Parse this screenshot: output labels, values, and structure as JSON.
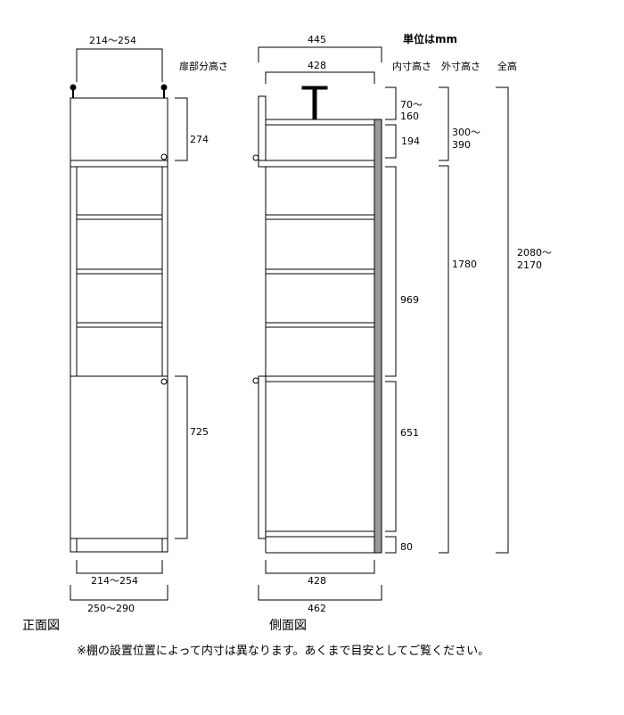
{
  "units_label": "単位はmm",
  "column_headers": {
    "door_height": "扉部分高さ",
    "inner_height": "内寸高さ",
    "outer_height": "外寸高さ",
    "total_height": "全高"
  },
  "front": {
    "caption": "正面図",
    "top_width": "214～254",
    "upper_door_height": "274",
    "lower_door_height": "725",
    "inner_width": "214～254",
    "outer_width": "250～290"
  },
  "side": {
    "caption": "側面図",
    "top_depth": "445",
    "top_inner_depth": "428",
    "top_gap_l1": "70～",
    "top_gap_l2": "160",
    "upper_inner": "194",
    "middle_inner": "969",
    "lower_inner": "651",
    "base": "80",
    "bottom_inner_depth": "428",
    "bottom_outer_depth": "462"
  },
  "outer": {
    "upper_l1": "300～",
    "upper_l2": "390",
    "lower": "1780"
  },
  "total": {
    "l1": "2080～",
    "l2": "2170"
  },
  "note": "※棚の設置位置によって内寸は異なります。あくまで目安としてご覧ください。"
}
